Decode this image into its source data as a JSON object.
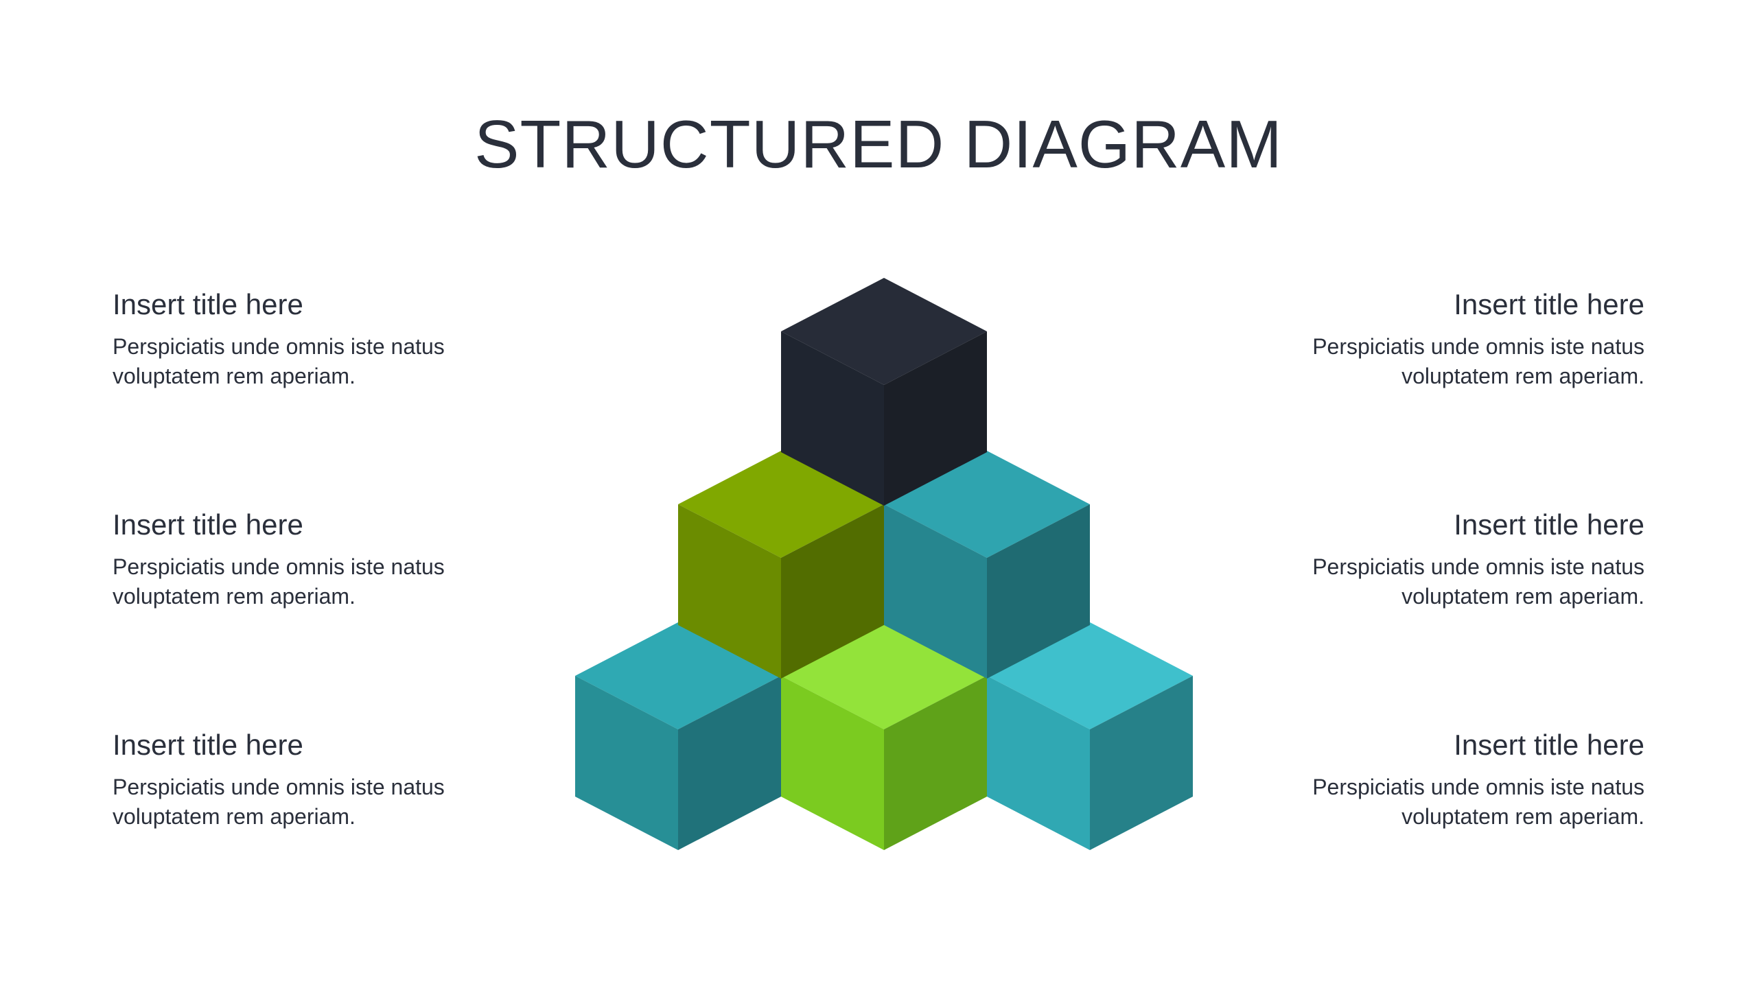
{
  "slide": {
    "title": "STRUCTURED DIAGRAM"
  },
  "items": [
    {
      "title": "Insert title here",
      "text": "Perspiciatis unde omnis iste natus voluptatem rem aperiam."
    },
    {
      "title": "Insert title here",
      "text": "Perspiciatis unde omnis iste natus voluptatem rem aperiam."
    },
    {
      "title": "Insert title here",
      "text": "Perspiciatis unde omnis iste natus voluptatem rem aperiam."
    },
    {
      "title": "Insert title here",
      "text": "Perspiciatis unde omnis iste natus voluptatem rem aperiam."
    },
    {
      "title": "Insert title here",
      "text": "Perspiciatis unde omnis iste natus voluptatem rem aperiam."
    },
    {
      "title": "Insert title here",
      "text": "Perspiciatis unde omnis iste natus voluptatem rem aperiam."
    }
  ],
  "cubes": [
    {
      "name": "top",
      "colors": {
        "top": "#272c38",
        "left": "#1f2530",
        "right": "#1b1f27"
      }
    },
    {
      "name": "middle-left",
      "colors": {
        "top": "#80a800",
        "left": "#6b8c00",
        "right": "#526d00"
      }
    },
    {
      "name": "middle-right",
      "colors": {
        "top": "#2fa4af",
        "left": "#26868f",
        "right": "#1f6b72"
      }
    },
    {
      "name": "bottom-left",
      "colors": {
        "top": "#2fa9b3",
        "left": "#278f96",
        "right": "#20727a"
      }
    },
    {
      "name": "bottom-center",
      "colors": {
        "top": "#93e33a",
        "left": "#7bcb20",
        "right": "#5fa219"
      }
    },
    {
      "name": "bottom-right",
      "colors": {
        "top": "#3fc0cc",
        "left": "#30a8b3",
        "right": "#268189"
      }
    }
  ]
}
